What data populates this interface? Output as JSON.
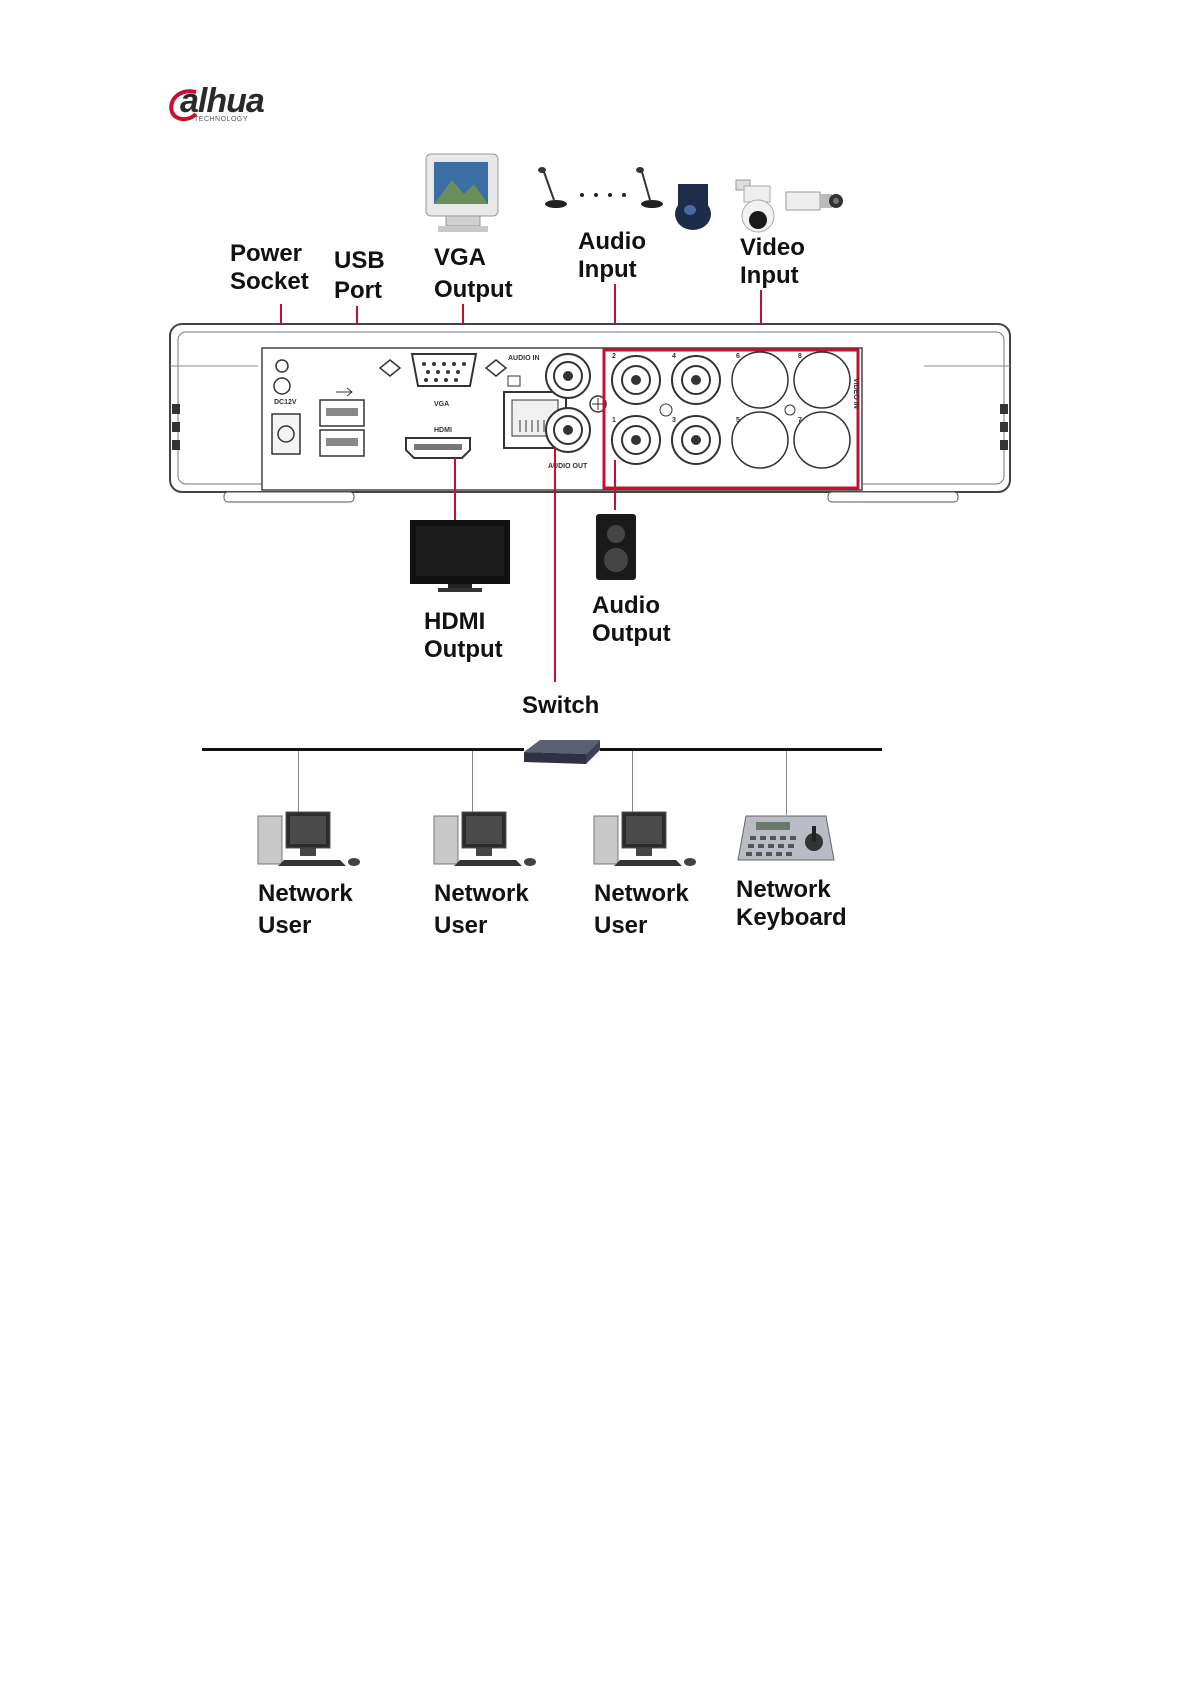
{
  "logo": {
    "brand": "alhua",
    "sub": "TECHNOLOGY",
    "accent": "#c8102e"
  },
  "labels": {
    "power_socket": [
      "Power",
      "Socket"
    ],
    "usb_port": [
      "USB",
      "Port"
    ],
    "vga_output": [
      "VGA",
      "Output"
    ],
    "audio_input": [
      "Audio",
      "Input"
    ],
    "video_input": [
      "Video",
      "Input"
    ],
    "hdmi_output": [
      "HDMI",
      "Output"
    ],
    "audio_output": [
      "Audio",
      "Output"
    ],
    "switch": "Switch",
    "network_user_1": [
      "Network",
      "User"
    ],
    "network_user_2": [
      "Network",
      "User"
    ],
    "network_user_3": [
      "Network",
      "User"
    ],
    "network_keyboard": [
      "Network",
      "Keyboard"
    ]
  },
  "panel": {
    "vga": "VGA",
    "hdmi": "HDMI",
    "audio_in": "AUDIO IN",
    "audio_out": "AUDIO OUT",
    "video_in": "VIDEO IN",
    "power": "DC12V",
    "bnc_numbers": [
      "2",
      "4",
      "6",
      "8",
      "1",
      "3",
      "5",
      "7"
    ]
  },
  "colors": {
    "callout_line": "#c8102e",
    "video_box": "#c8102e"
  }
}
